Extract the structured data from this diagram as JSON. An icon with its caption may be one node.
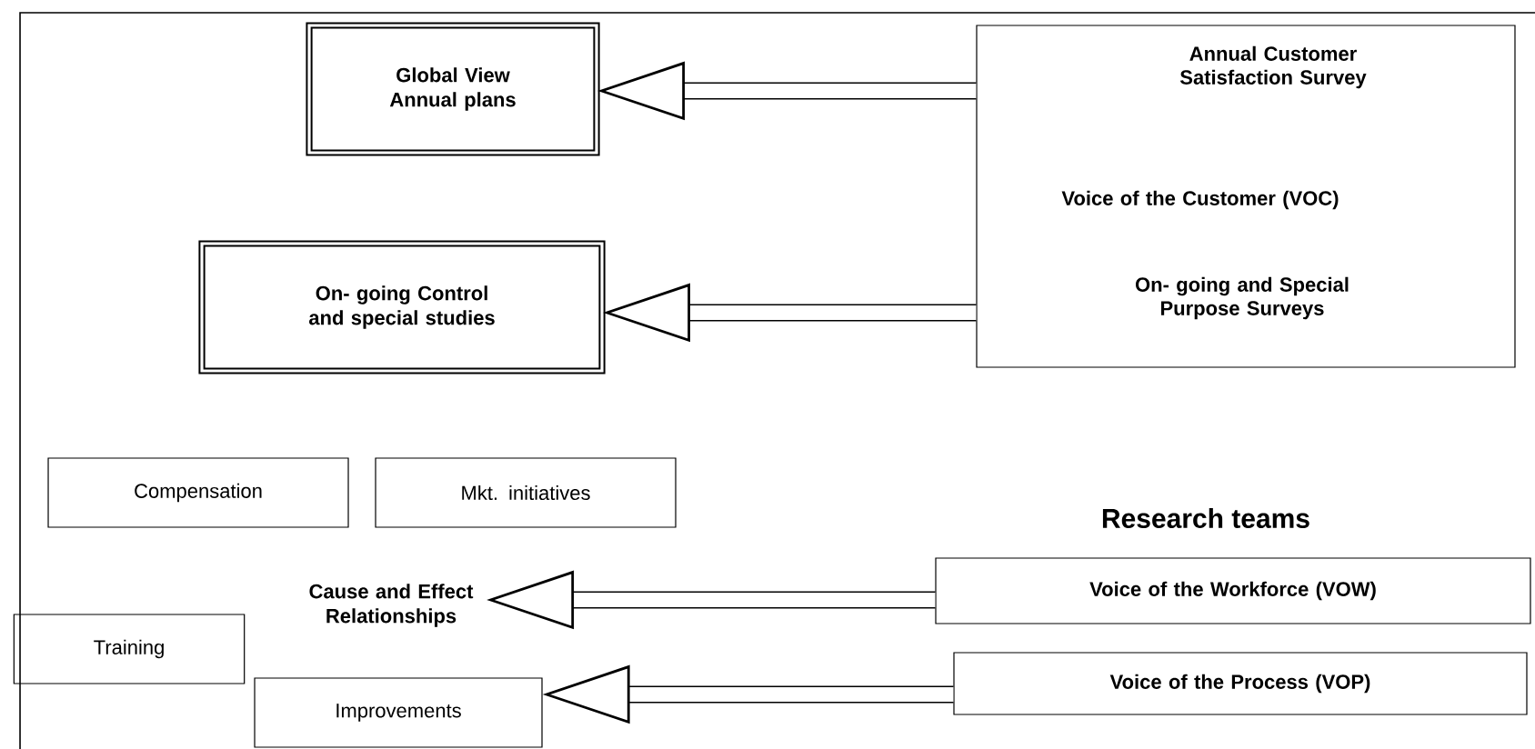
{
  "diagram": {
    "nodes": [
      {
        "text": [
          "Global View Annual plans"
        ]
      },
      {
        "text": [
          "On- going Control and special studies"
        ]
      },
      {
        "text": [
          "Annual Customer Satisfaction Survey",
          "Voice of the Customer (VOC)",
          "On- going and Special Purpose Surveys"
        ]
      },
      {
        "text": [
          "Compensation"
        ]
      },
      {
        "text": [
          "Mkt. initiatives"
        ]
      },
      {
        "text": [
          "Cause and Effect Relationships"
        ]
      },
      {
        "text": [
          "Training"
        ]
      },
      {
        "text": [
          "Improvements"
        ]
      },
      {
        "text": [
          "Voice of the Workforce (VOW)"
        ]
      },
      {
        "text": [
          "Voice of the Process (VOP)"
        ]
      }
    ],
    "edges": [
      {
        "from": 2,
        "to": 0,
        "arrow": "to"
      },
      {
        "from": 2,
        "to": 1,
        "arrow": "to"
      },
      {
        "from": 8,
        "to": 5,
        "arrow": "to"
      },
      {
        "from": 9,
        "to": 7,
        "arrow": "to"
      }
    ],
    "labels": [
      "Research teams"
    ]
  }
}
